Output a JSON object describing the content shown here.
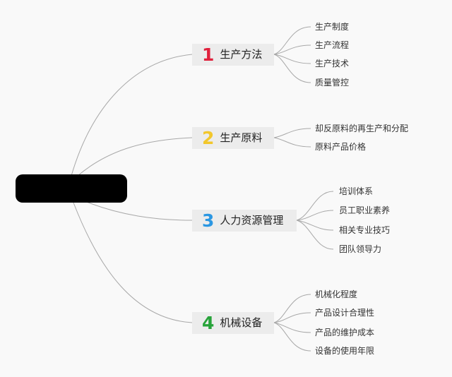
{
  "colors": {
    "line": "#a8a8a8",
    "num1": "#e0213d",
    "num2": "#f2c72c",
    "num3": "#2b97e2",
    "num4": "#27a33a"
  },
  "root": {
    "label": ""
  },
  "branches": [
    {
      "num": "1",
      "label": "生产方法",
      "items": [
        "生产制度",
        "生产流程",
        "生产技术",
        "质量管控"
      ]
    },
    {
      "num": "2",
      "label": "生产原料",
      "items": [
        "却反原料的再生产和分配",
        "原料产品价格"
      ]
    },
    {
      "num": "3",
      "label": "人力资源管理",
      "items": [
        "培训体系",
        "员工职业素养",
        "相关专业技巧",
        "团队领导力"
      ]
    },
    {
      "num": "4",
      "label": "机械设备",
      "items": [
        "机械化程度",
        "产品设计合理性",
        "产品的维护成本",
        "设备的使用年限"
      ]
    }
  ]
}
